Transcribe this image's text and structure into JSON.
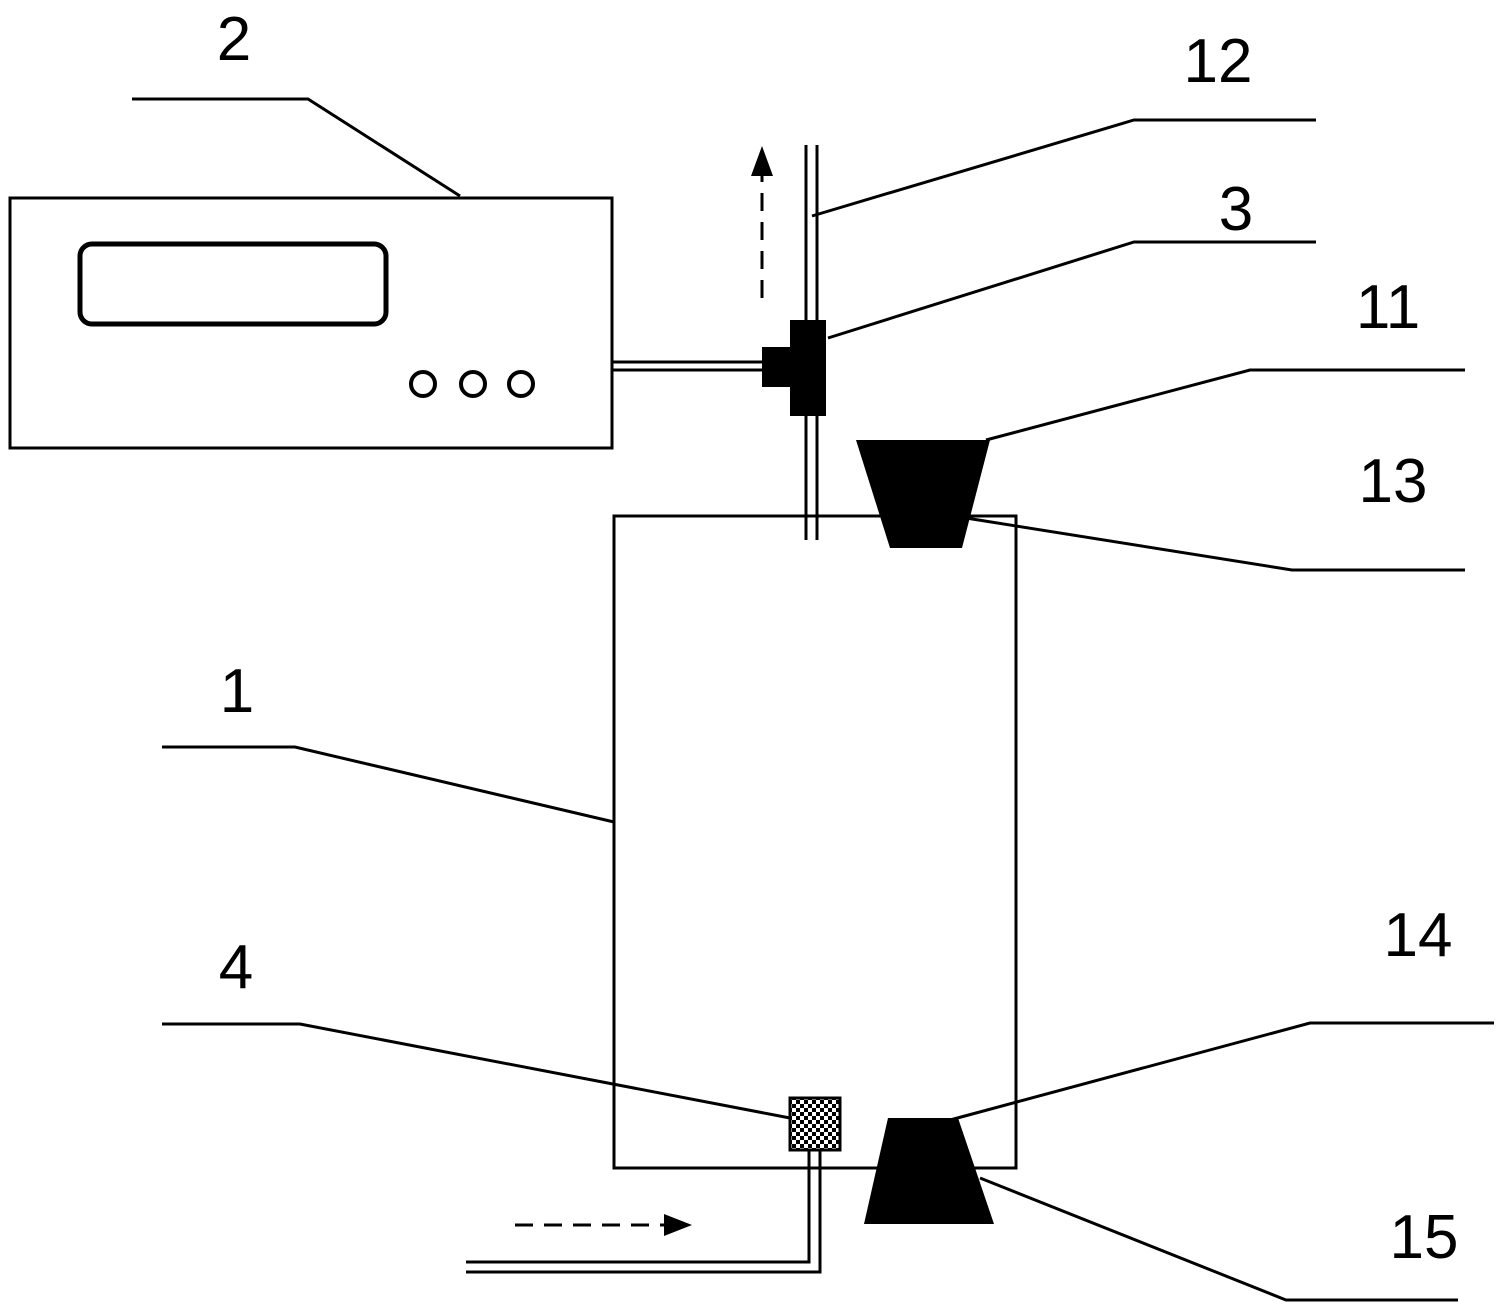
{
  "labels": {
    "l1": "1",
    "l2": "2",
    "l3": "3",
    "l4": "4",
    "l11": "11",
    "l12": "12",
    "l13": "13",
    "l14": "14",
    "l15": "15"
  },
  "meter": {
    "buttons": 3
  },
  "colors": {
    "line": "#000000",
    "background": "#ffffff"
  }
}
